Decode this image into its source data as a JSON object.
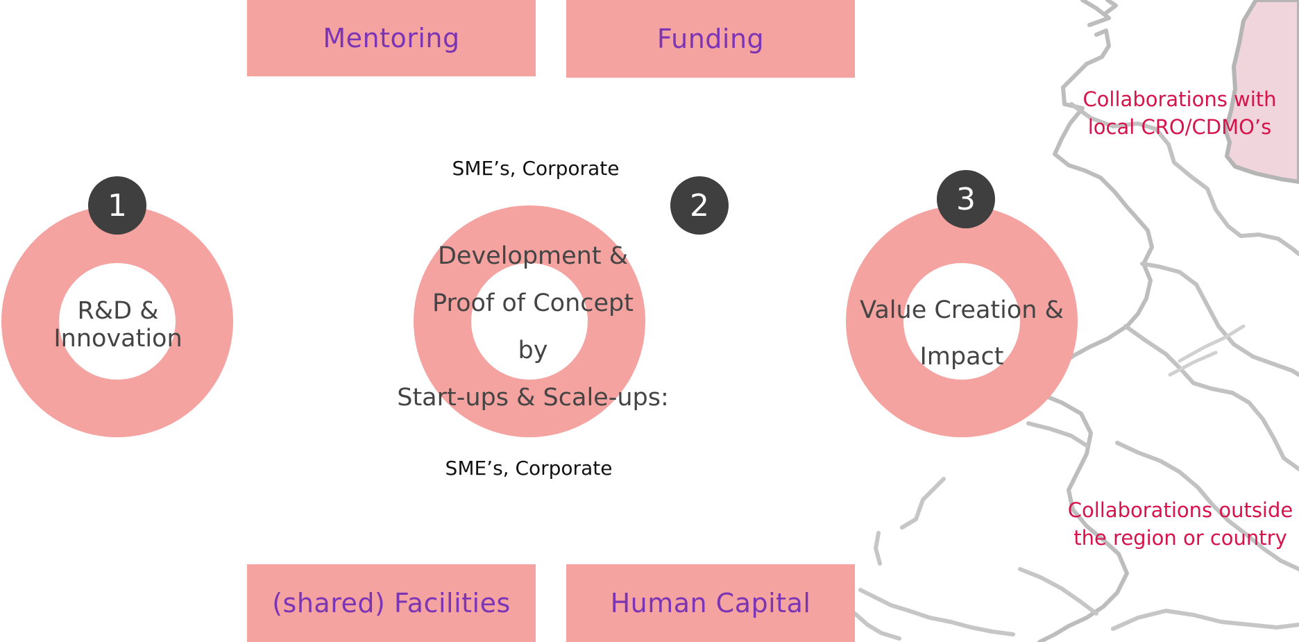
{
  "colors": {
    "box_fill": "#f4a3a0",
    "box_text": "#7b34b4",
    "badge_fill": "#3f3f3f",
    "collab_text": "#d6134a",
    "map_stroke": "#b5b5b5",
    "map_highlight": "#f0d6dc"
  },
  "boxes": {
    "mentoring": "Mentoring",
    "funding": "Funding",
    "facilities": "(shared) Facilities",
    "human_capital": "Human Capital"
  },
  "stages": [
    {
      "number": "1",
      "lines": [
        "R&D &",
        "Innovation"
      ]
    },
    {
      "number": "2",
      "lines": [
        "Development &",
        "Proof of Concept",
        "by",
        "Start-ups & Scale-ups:"
      ]
    },
    {
      "number": "3",
      "lines": [
        "Value Creation &",
        "Impact"
      ]
    }
  ],
  "notes": {
    "top": "SME’s, Corporate",
    "bottom": "SME’s, Corporate"
  },
  "collaborations": [
    [
      "Collaborations with",
      "local CRO/CDMO’s"
    ],
    [
      "Collaborations outside",
      "the region or country"
    ]
  ]
}
